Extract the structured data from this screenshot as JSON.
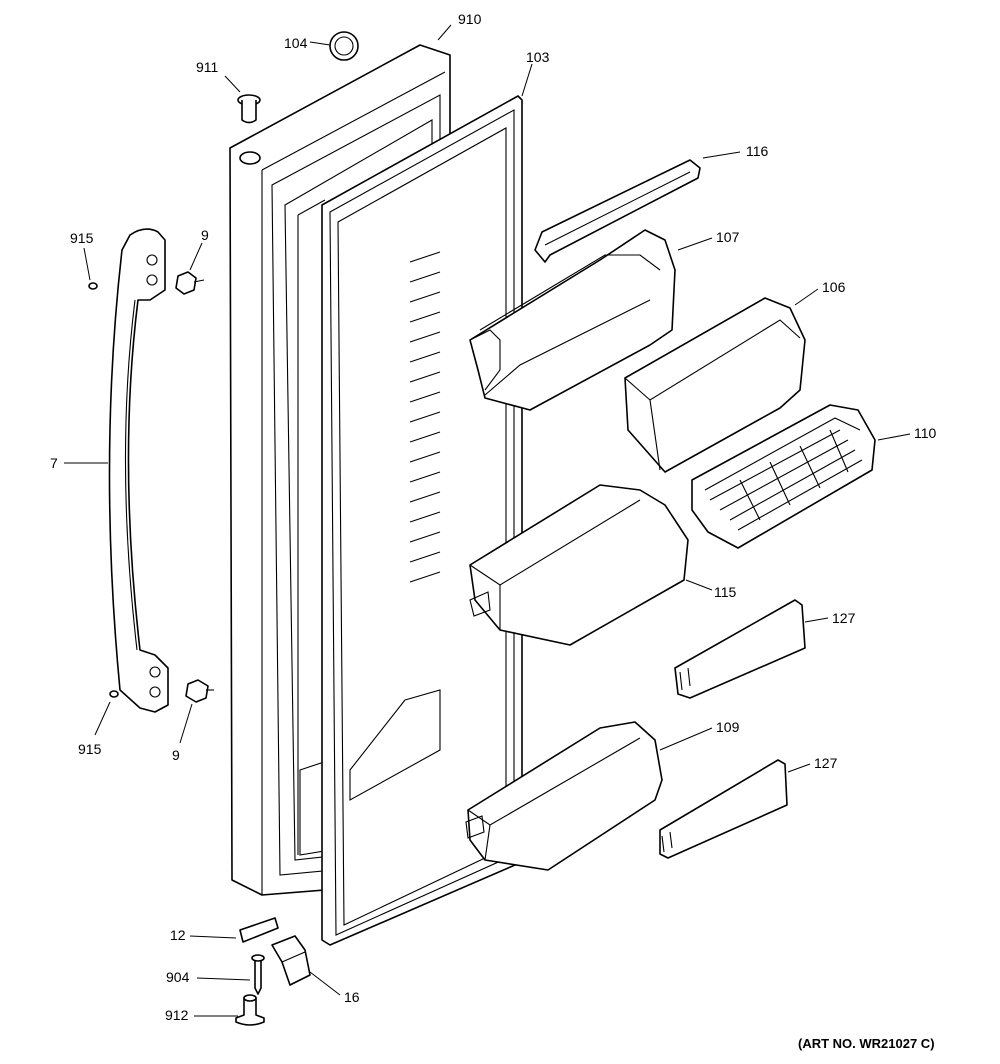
{
  "art_number": "(ART NO. WR21027 C)",
  "callouts": {
    "c910": "910",
    "c104": "104",
    "c911": "911",
    "c103": "103",
    "c116": "116",
    "c107": "107",
    "c106": "106",
    "c110": "110",
    "c115": "115",
    "c127a": "127",
    "c109": "109",
    "c127b": "127",
    "c915a": "915",
    "c9a": "9",
    "c7": "7",
    "c915b": "915",
    "c9b": "9",
    "c12": "12",
    "c904": "904",
    "c912": "912",
    "c16": "16"
  }
}
